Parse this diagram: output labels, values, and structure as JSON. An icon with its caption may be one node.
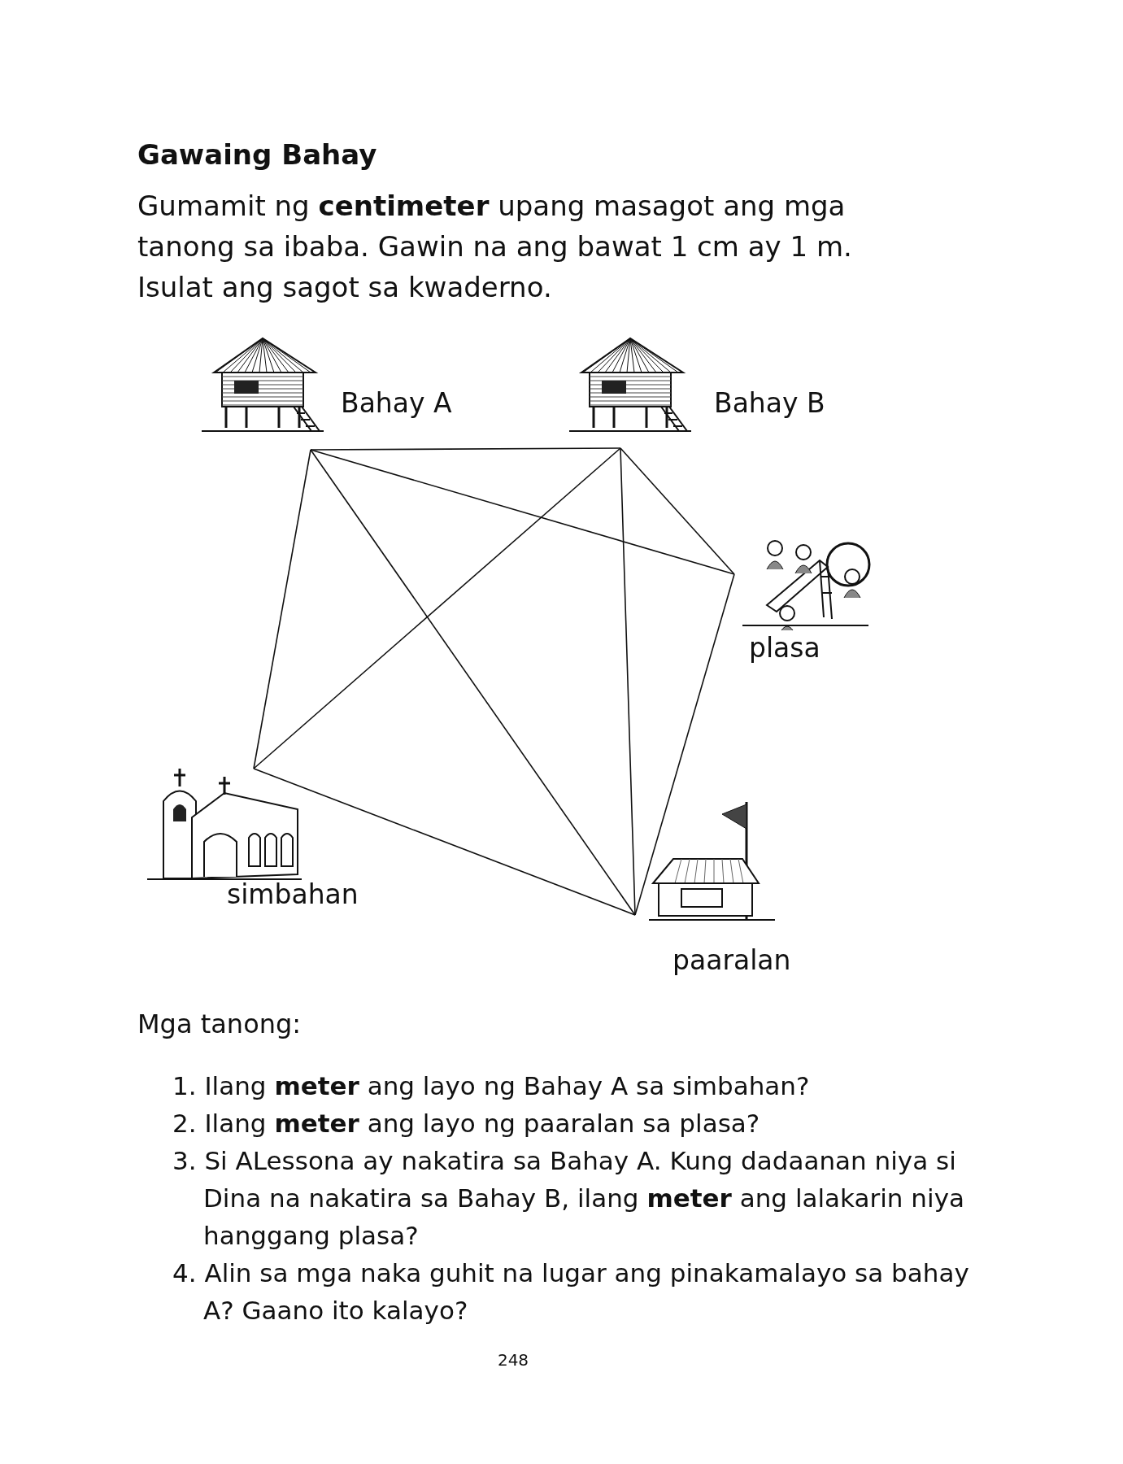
{
  "diagram": {
    "title": "Gawaing Bahay",
    "nodes": [
      {
        "text": [
          "Bahay A"
        ]
      },
      {
        "text": [
          "Bahay B"
        ]
      },
      {
        "text": [
          "plasa"
        ]
      },
      {
        "text": [
          "simbahan"
        ]
      },
      {
        "text": [
          "paaralan"
        ]
      }
    ],
    "edges": [
      {
        "from": 0,
        "to": 1,
        "arrow": "none"
      },
      {
        "from": 0,
        "to": 2,
        "arrow": "none"
      },
      {
        "from": 0,
        "to": 3,
        "arrow": "none"
      },
      {
        "from": 0,
        "to": 4,
        "arrow": "none"
      },
      {
        "from": 1,
        "to": 2,
        "arrow": "none"
      },
      {
        "from": 1,
        "to": 3,
        "arrow": "none"
      },
      {
        "from": 1,
        "to": 4,
        "arrow": "none"
      },
      {
        "from": 3,
        "to": 4,
        "arrow": "none"
      },
      {
        "from": 2,
        "to": 4,
        "arrow": "none"
      }
    ],
    "labels": [
      "Gumamit ng **centimeter** upang masagot ang mga tanong sa ibaba. Gawin na ang bawat 1 cm ay 1 m. Isulat ang sagot sa kwaderno.",
      "Mga tanong:",
      "1. Ilang **meter** ang layo ng Bahay A sa simbahan?",
      "2. Ilang **meter** ang layo ng paaralan sa plasa?",
      "3. Si ALessona ay nakatira sa Bahay A. Kung dadaanan niya si Dina na nakatira sa Bahay B, ilang **meter** ang lalakarin niya hanggang plasa?",
      "4. Alin sa mga naka guhit na lugar ang pinakamalayo sa bahay A? Gaano ito kalayo?",
      "248"
    ]
  }
}
